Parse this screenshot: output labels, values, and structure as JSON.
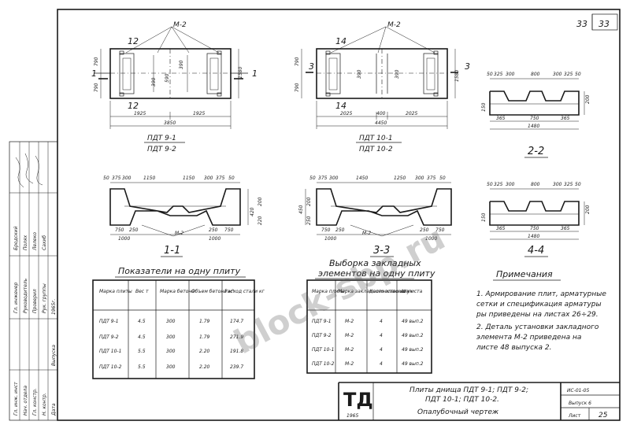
{
  "sheet": {
    "page_number": "33",
    "watermark": "block-sbp.ru"
  },
  "plan_left": {
    "labels": [
      "ПДТ 9-1",
      "ПДТ 9-2"
    ],
    "section_marks": [
      "1",
      "1",
      "12",
      "12"
    ],
    "part_mark": "М-2",
    "dims": {
      "width_sub": [
        "1925",
        "1925"
      ],
      "width_total": "3850",
      "height_left": [
        "790",
        "790"
      ],
      "height_right": "1580",
      "inner": [
        "390",
        "590",
        "390"
      ]
    }
  },
  "plan_right": {
    "labels": [
      "ПДТ 10-1",
      "ПДТ 10-2"
    ],
    "section_marks": [
      "3",
      "3",
      "14",
      "14"
    ],
    "part_mark": "М-2",
    "dims": {
      "width_sub": [
        "2025",
        "400",
        "2025"
      ],
      "width_total": "4450",
      "height_left": [
        "790",
        "790"
      ],
      "height_right": "1580",
      "inner": [
        "390",
        "390"
      ]
    }
  },
  "section_1": {
    "label": "1-1",
    "part_mark": "М-2",
    "dims_top": [
      "50",
      "375",
      "300",
      "1150",
      "1150",
      "300",
      "375",
      "50"
    ],
    "dims_bottom": [
      "750",
      "250",
      "250",
      "750"
    ],
    "dims_total": [
      "1000",
      "1000"
    ],
    "dims_side": [
      "420",
      "200",
      "220"
    ]
  },
  "section_3": {
    "label": "3-3",
    "part_mark": "М-2",
    "dims_top": [
      "50",
      "375",
      "300",
      "1450",
      "1250",
      "300",
      "375",
      "50"
    ],
    "dims_bottom": [
      "750",
      "250",
      "250",
      "750"
    ],
    "dims_total": [
      "1000",
      "1000"
    ],
    "dims_side": [
      "450",
      "200",
      "250"
    ]
  },
  "section_2": {
    "label": "2-2",
    "dims_top": [
      "50",
      "325",
      "300",
      "800",
      "300",
      "325",
      "50"
    ],
    "dims_bottom": [
      "365",
      "750",
      "365"
    ],
    "dims_total": "1480",
    "dims_side": [
      "200",
      "150"
    ]
  },
  "section_4": {
    "label": "4-4",
    "dims_top": [
      "50",
      "325",
      "300",
      "800",
      "300",
      "325",
      "50"
    ],
    "dims_bottom": [
      "365",
      "750",
      "365"
    ],
    "dims_total": "1480",
    "dims_side": [
      "200",
      "150"
    ]
  },
  "indicators_table": {
    "title": "Показатели на одну плиту",
    "headers": [
      "Марка плиты",
      "Вес т",
      "Марка бетона",
      "Объем бетона м³",
      "Расход стали кг"
    ],
    "rows": [
      [
        "ПДТ 9-1",
        "4.5",
        "300",
        "1.79",
        "174.7"
      ],
      [
        "ПДТ 9-2",
        "4.5",
        "300",
        "1.79",
        "271.9"
      ],
      [
        "ПДТ 10-1",
        "5.5",
        "300",
        "2.20",
        "191.8"
      ],
      [
        "ПДТ 10-2",
        "5.5",
        "300",
        "2.20",
        "239.7"
      ]
    ]
  },
  "embedded_table": {
    "title_line1": "Выборка закладных",
    "title_line2": "элементов на одну плиту",
    "headers": [
      "Марка плиты",
      "Марка закладного элемента",
      "Количество штук",
      "№ листа"
    ],
    "rows": [
      [
        "ПДТ 9-1",
        "М-2",
        "4",
        "49 вып.2"
      ],
      [
        "ПДТ 9-2",
        "М-2",
        "4",
        "49 вып.2"
      ],
      [
        "ПДТ 10-1",
        "М-2",
        "4",
        "49 вып.2"
      ],
      [
        "ПДТ 10-2",
        "М-2",
        "4",
        "49 вып.2"
      ]
    ]
  },
  "notes": {
    "title": "Примечания",
    "lines": [
      "1. Армирование плит, арматурные",
      "   сетки и спецификация арматуры",
      "   ры приведены на листах 26÷29.",
      "2. Деталь установки закладного",
      "   элемента М-2 приведена на",
      "   листе 48 выпуска 2."
    ]
  },
  "title_block": {
    "logo": "ТД",
    "year": "1965",
    "title_line1": "Плиты днища ПДТ 9-1; ПДТ 9-2;",
    "title_line2": "ПДТ 10-1; ПДТ 10-2.",
    "title_line3": "Опалубочный чертеж",
    "series": "ИС-01-05",
    "issue": "Выпуск 6",
    "sheet_label": "Лист",
    "sheet_number": "25"
  },
  "side_stamp": {
    "rows": [
      "Бродский",
      "Полях",
      "Лелеко",
      "Сахиб",
      "Гл. инженер",
      "Руководитель",
      "Проверил",
      "Рук. группы",
      "Гл. инж. инст",
      "Нач. отдела",
      "Гл. констр.",
      "Н. контр.",
      "Дата",
      "Выпуска"
    ],
    "date": "1965г."
  }
}
